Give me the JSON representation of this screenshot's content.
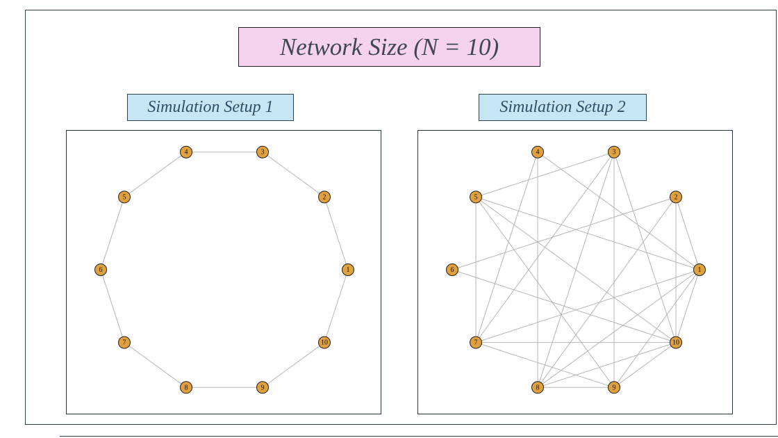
{
  "title": "Network Size (N = 10)",
  "colors": {
    "title_bg": "#f5d3ef",
    "label_bg": "#c6e6f3",
    "node_fill": "#e0a03e",
    "edge": "#b5b5b5",
    "frame": "#2a3f4f"
  },
  "setups": [
    {
      "label": "Simulation Setup 1",
      "nodes": [
        "1",
        "2",
        "3",
        "4",
        "5",
        "6",
        "7",
        "8",
        "9",
        "10"
      ],
      "edges": [
        [
          1,
          2
        ],
        [
          2,
          3
        ],
        [
          3,
          4
        ],
        [
          4,
          5
        ],
        [
          5,
          6
        ],
        [
          6,
          7
        ],
        [
          7,
          8
        ],
        [
          8,
          9
        ],
        [
          9,
          10
        ],
        [
          10,
          1
        ]
      ]
    },
    {
      "label": "Simulation Setup 2",
      "nodes": [
        "1",
        "2",
        "3",
        "4",
        "5",
        "6",
        "7",
        "8",
        "9",
        "10"
      ],
      "edges": [
        [
          1,
          2
        ],
        [
          1,
          4
        ],
        [
          1,
          7
        ],
        [
          1,
          8
        ],
        [
          1,
          9
        ],
        [
          1,
          10
        ],
        [
          1,
          5
        ],
        [
          2,
          6
        ],
        [
          2,
          10
        ],
        [
          2,
          8
        ],
        [
          3,
          5
        ],
        [
          3,
          7
        ],
        [
          3,
          8
        ],
        [
          3,
          9
        ],
        [
          3,
          10
        ],
        [
          4,
          7
        ],
        [
          4,
          8
        ],
        [
          5,
          7
        ],
        [
          5,
          9
        ],
        [
          5,
          10
        ],
        [
          6,
          10
        ],
        [
          7,
          9
        ],
        [
          7,
          10
        ],
        [
          8,
          9
        ],
        [
          8,
          10
        ],
        [
          9,
          10
        ]
      ]
    }
  ]
}
